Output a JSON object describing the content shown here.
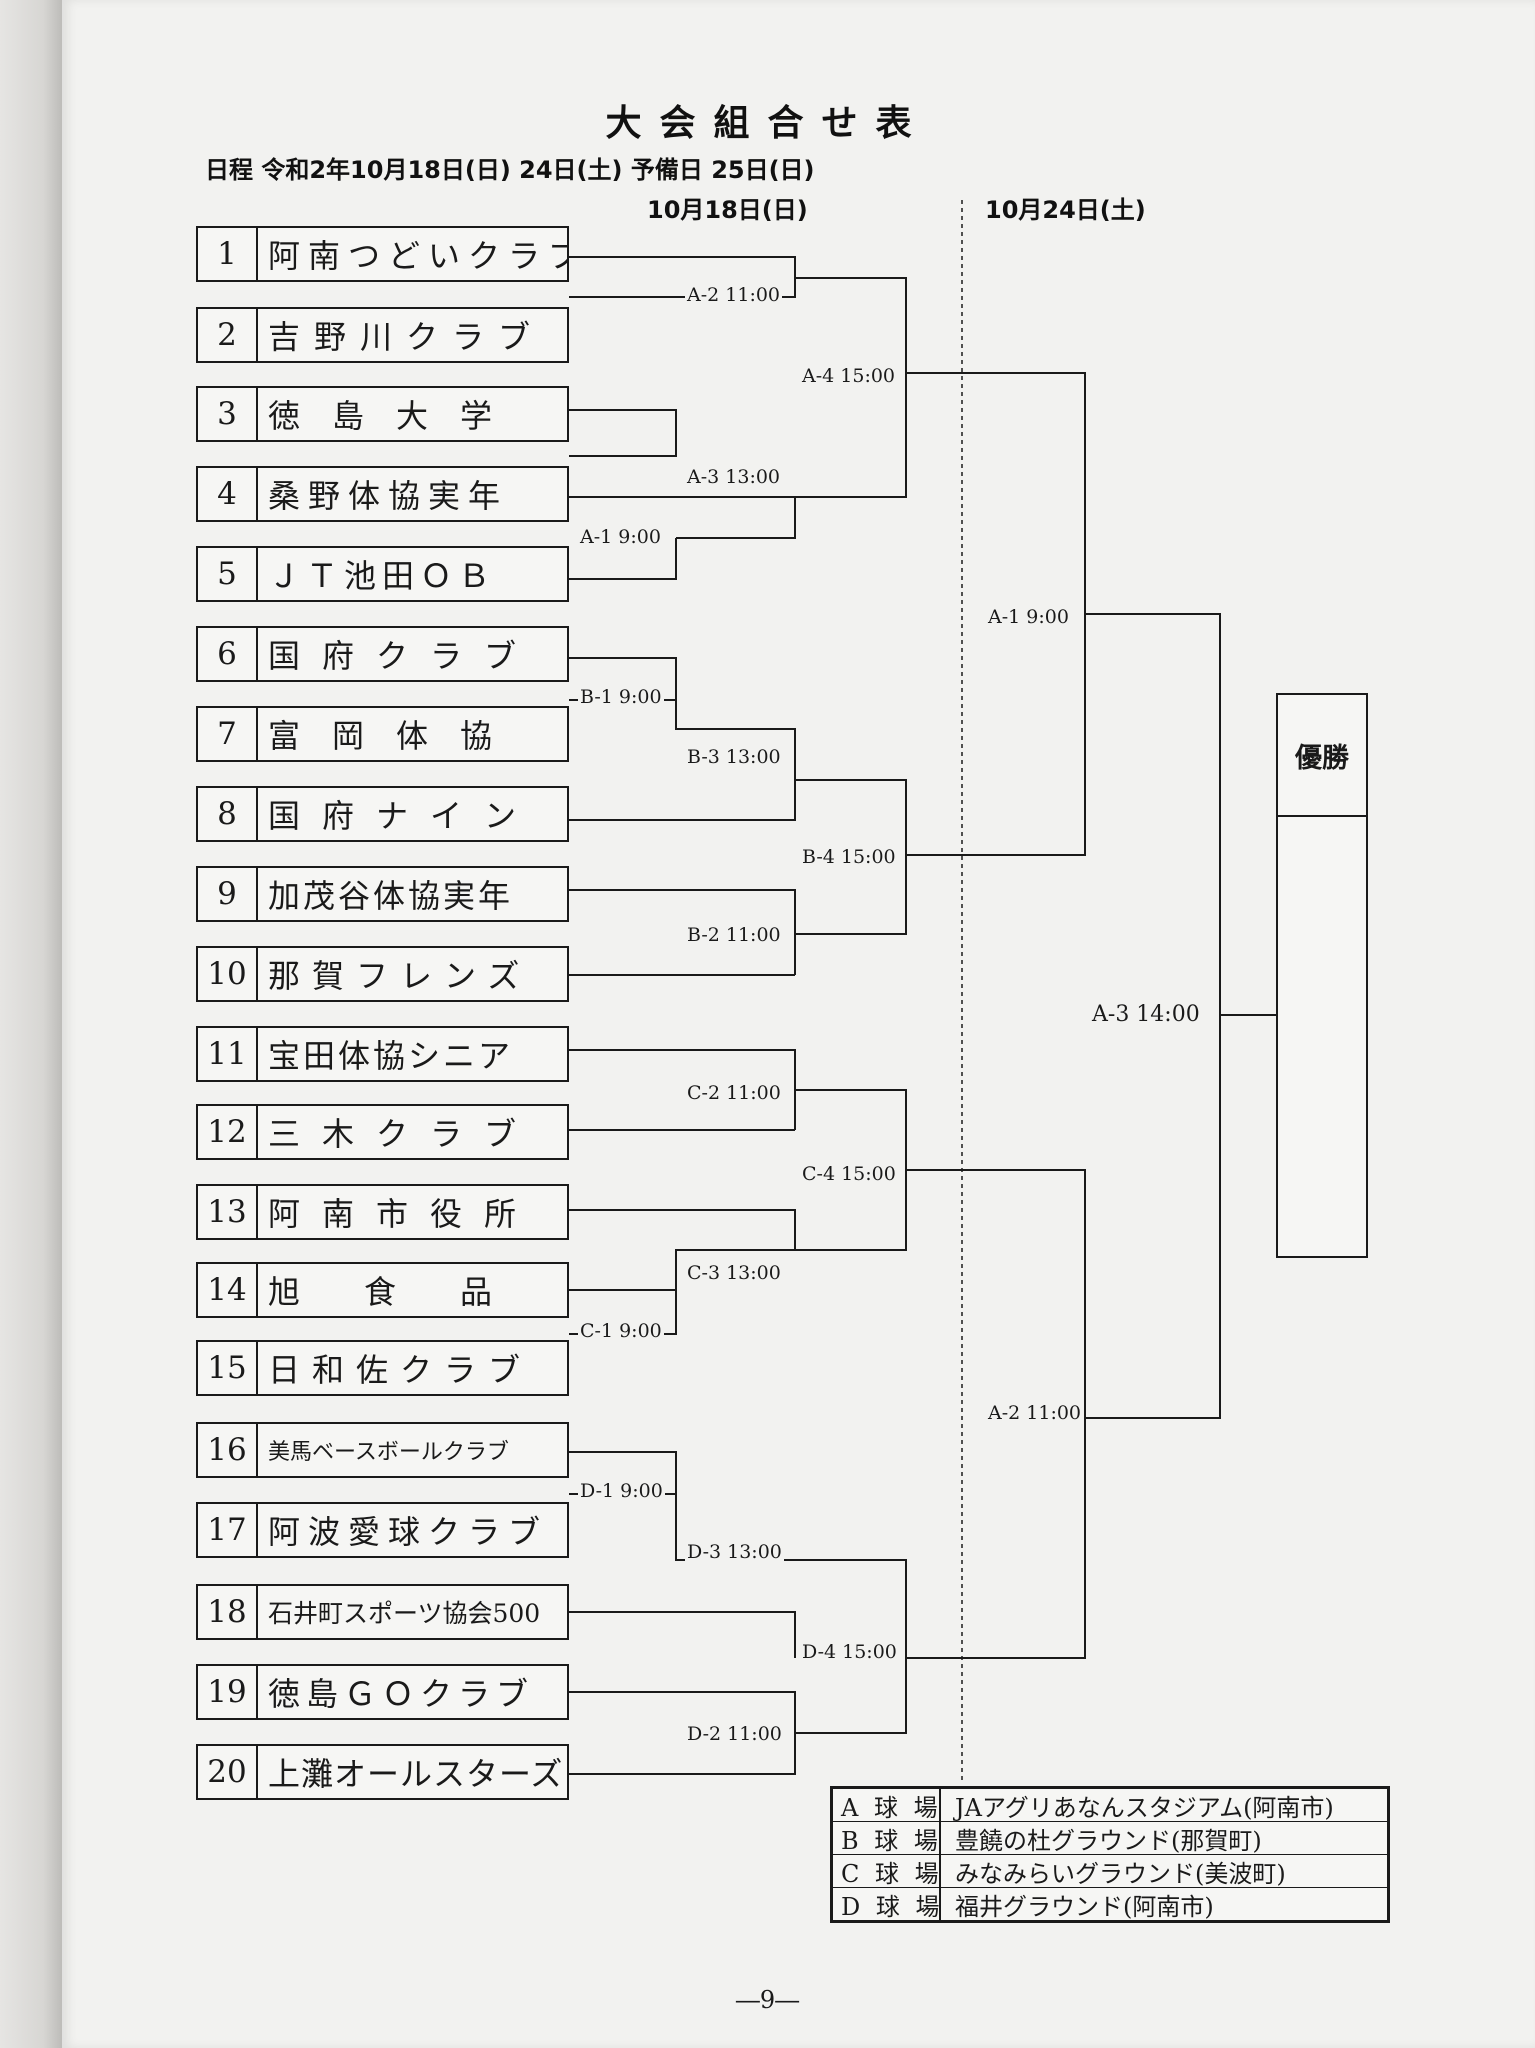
{
  "title": "大会組合せ表",
  "schedule": "日程  令和2年10月18日(日)  24日(土)  予備日  25日(日)",
  "day1": "10月18日(日)",
  "day2": "10月24日(土)",
  "teams": [
    {
      "num": "1",
      "name": "阿南つどいクラブ"
    },
    {
      "num": "2",
      "name": "吉野川クラブ"
    },
    {
      "num": "3",
      "name": "徳　島　大　学"
    },
    {
      "num": "4",
      "name": "桑野体協実年"
    },
    {
      "num": "5",
      "name": "ＪＴ池田ＯＢ"
    },
    {
      "num": "6",
      "name": "国府クラブ"
    },
    {
      "num": "7",
      "name": "富　岡　体　協"
    },
    {
      "num": "8",
      "name": "国府ナイン"
    },
    {
      "num": "9",
      "name": "加茂谷体協実年"
    },
    {
      "num": "10",
      "name": "那賀フレンズ"
    },
    {
      "num": "11",
      "name": "宝田体協シニア"
    },
    {
      "num": "12",
      "name": "三木クラブ"
    },
    {
      "num": "13",
      "name": "阿南市役所"
    },
    {
      "num": "14",
      "name": "旭　　食　　品"
    },
    {
      "num": "15",
      "name": "日和佐クラブ"
    },
    {
      "num": "16",
      "name": "美馬ベースボールクラブ"
    },
    {
      "num": "17",
      "name": "阿波愛球クラブ"
    },
    {
      "num": "18",
      "name": "石井町スポーツ協会500"
    },
    {
      "num": "19",
      "name": "徳島ＧＯクラブ"
    },
    {
      "num": "20",
      "name": "上灘オールスターズ"
    }
  ],
  "matches": {
    "a1": "A-1 9:00",
    "a2": "A-2 11:00",
    "a3": "A-3 13:00",
    "a4": "A-4 15:00",
    "b1": "B-1 9:00",
    "b2": "B-2 11:00",
    "b3": "B-3 13:00",
    "b4": "B-4 15:00",
    "c1": "C-1 9:00",
    "c2": "C-2 11:00",
    "c3": "C-3 13:00",
    "c4": "C-4 15:00",
    "d1": "D-1 9:00",
    "d2": "D-2 11:00",
    "d3": "D-3 13:00",
    "d4": "D-4 15:00",
    "semi_a1": "A-1 9:00",
    "semi_a2": "A-2 11:00",
    "final_a3": "A-3 14:00"
  },
  "winner": "優勝",
  "venues": [
    {
      "key": "A 球 場",
      "value": "JAアグリあなんスタジアム(阿南市)"
    },
    {
      "key": "B 球 場",
      "value": "豊饒の杜グラウンド(那賀町)"
    },
    {
      "key": "C 球 場",
      "value": "みなみらいグラウンド(美波町)"
    },
    {
      "key": "D 球 場",
      "value": "福井グラウンド(阿南市)"
    }
  ],
  "page_number": "―9―"
}
